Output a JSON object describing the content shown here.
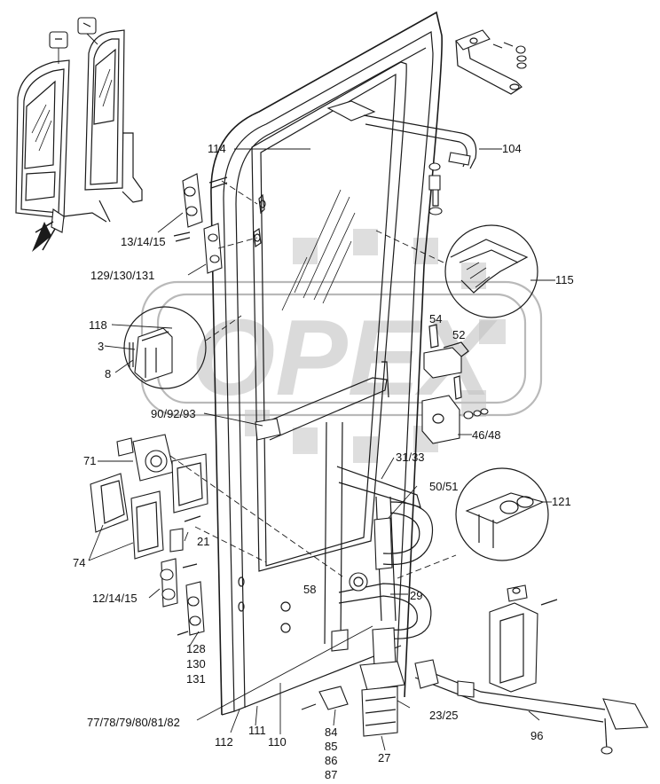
{
  "watermark": "OPEX",
  "labels": {
    "l114": "114",
    "l104": "104",
    "l13_14_15": "13/14/15",
    "l129_130_131": "129/130/131",
    "l115": "115",
    "l118": "118",
    "l3": "3",
    "l8": "8",
    "l54": "54",
    "l52": "52",
    "l90_92_93": "90/92/93",
    "l46_48": "46/48",
    "l71": "71",
    "l31_33": "31/33",
    "l50_51": "50/51",
    "l121": "121",
    "l21": "21",
    "l74": "74",
    "l12_14_15": "12/14/15",
    "l58": "58",
    "l29": "29",
    "l128": "128",
    "l130": "130",
    "l131": "131",
    "l23_25": "23/25",
    "l77_82": "77/78/79/80/81/82",
    "l112": "112",
    "l111": "111",
    "l110": "110",
    "l84": "84",
    "l85": "85",
    "l86": "86",
    "l87": "87",
    "l96": "96",
    "l27": "27"
  }
}
